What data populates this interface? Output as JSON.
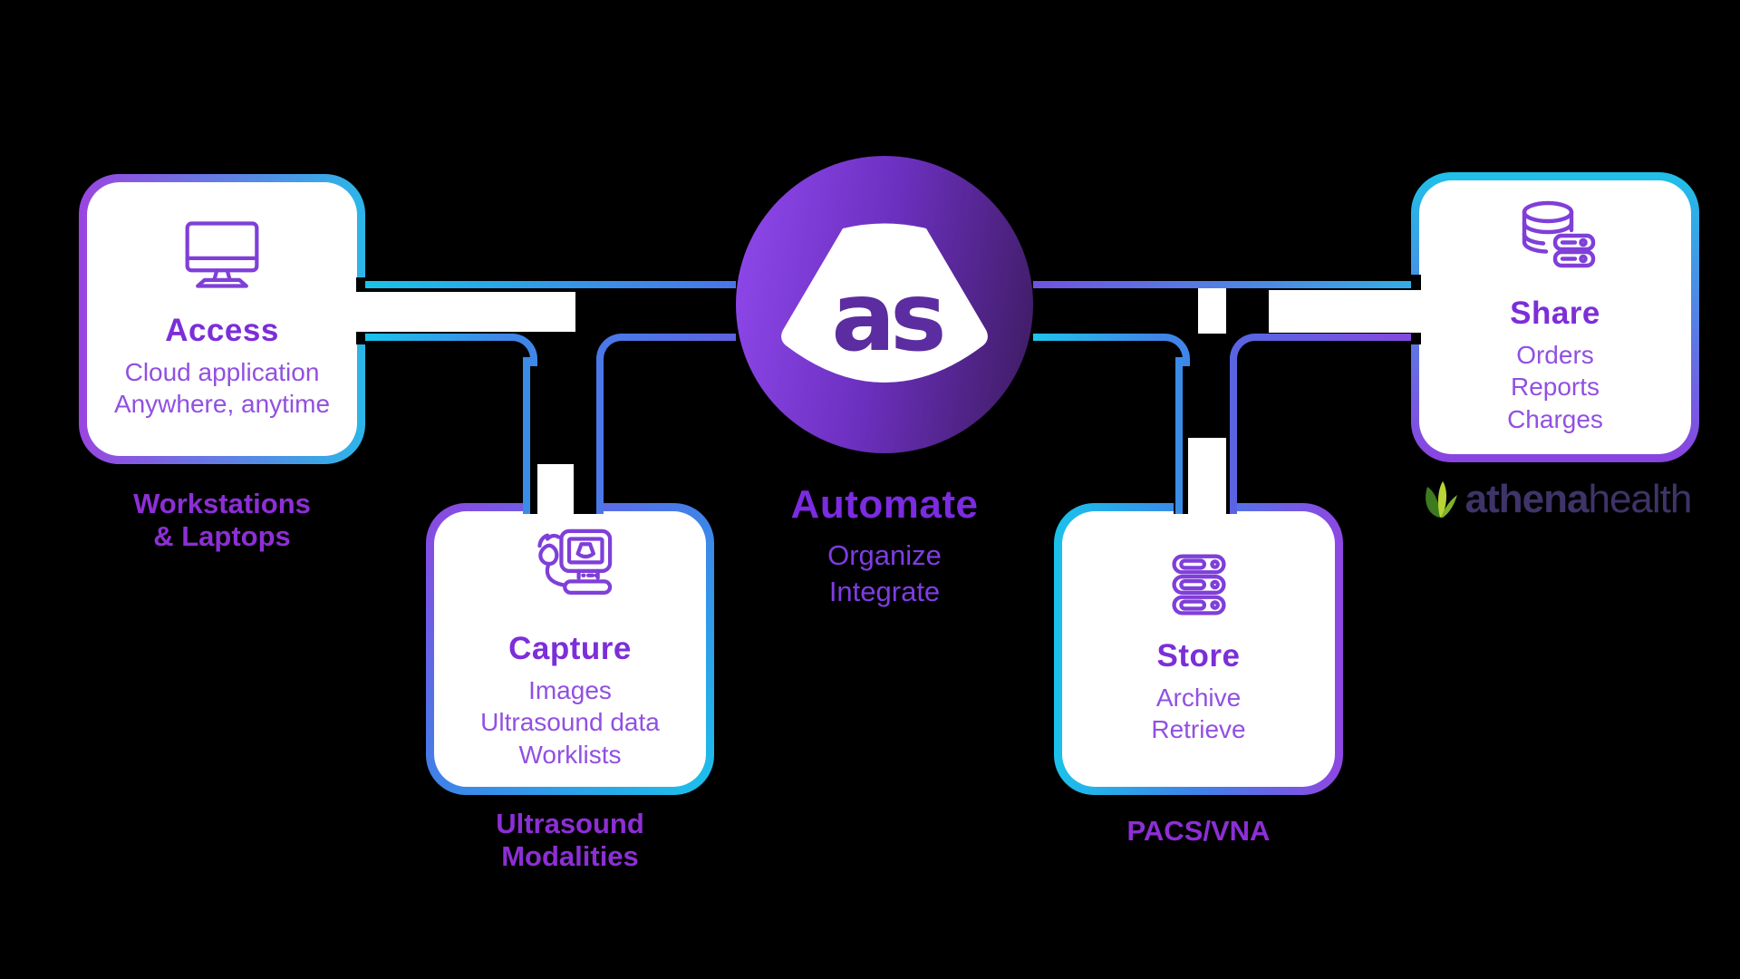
{
  "center": {
    "logo_text": "as",
    "title": "Automate",
    "line1": "Organize",
    "line2": "Integrate",
    "logo_icon": "ultrasound-transducer-logo"
  },
  "boxes": {
    "access": {
      "title": "Access",
      "line1": "Cloud application",
      "line2": "Anywhere, anytime",
      "icon": "desktop-monitor-icon",
      "caption1": "Workstations",
      "caption2": "& Laptops"
    },
    "capture": {
      "title": "Capture",
      "line1": "Images",
      "line2": "Ultrasound data",
      "line3": "Worklists",
      "icon": "ultrasound-machine-icon",
      "caption1": "Ultrasound",
      "caption2": "Modalities"
    },
    "store": {
      "title": "Store",
      "line1": "Archive",
      "line2": "Retrieve",
      "icon": "server-rack-icon",
      "caption": "PACS/VNA"
    },
    "share": {
      "title": "Share",
      "line1": "Orders",
      "line2": "Reports",
      "line3": "Charges",
      "icon": "database-stack-icon"
    }
  },
  "brand": {
    "athena": "athena",
    "health": "health",
    "icon": "athenahealth-leaf-icon"
  },
  "colors": {
    "background": "#000000",
    "box_fill": "#ffffff",
    "heading_purple": "#7c2ed8",
    "body_purple": "#9150e2",
    "caption_violet": "#8d2ed6",
    "hub_title_purple": "#7b2be0",
    "hub_logo_text": "#5b2da0",
    "brand_indigo": "#3f3468",
    "line_cyan": "#1ac2ea",
    "line_blue": "#3f82e8",
    "line_violet": "#8f46e2",
    "circle_light": "#9149ee",
    "circle_dark": "#3c1b5e",
    "icon_stroke": "#7f3fd8",
    "leaf_dark": "#3e7a1f",
    "leaf_light": "#b8d435",
    "leaf_mid": "#7fb32a"
  }
}
